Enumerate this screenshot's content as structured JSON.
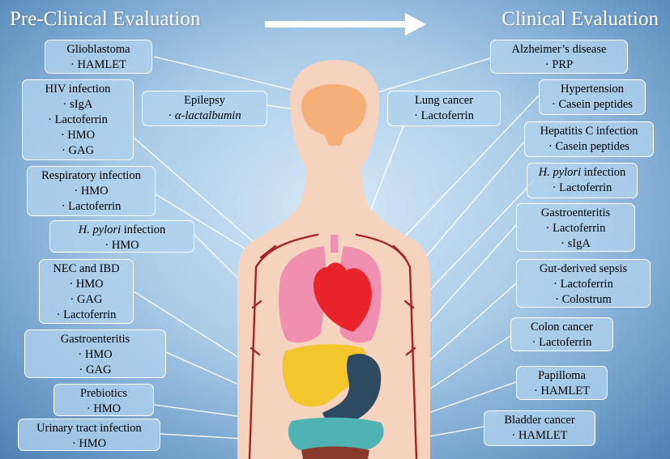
{
  "header": {
    "left_title": "Pre-Clinical Evaluation",
    "right_title": "Clinical Evaluation"
  },
  "colors": {
    "brain": "#f5b07a",
    "lung": "#f08fb0",
    "heart": "#e8242a",
    "liver": "#f2c62c",
    "stomach": "#2e4a60",
    "intestine": "#4fb3b3",
    "vessels": "#a32422",
    "skin": "#f5d3bf"
  },
  "preclinical": [
    {
      "title": "Glioblastoma",
      "items": [
        "HAMLET"
      ]
    },
    {
      "title": "HIV infection",
      "items": [
        "sIgA",
        "Lactoferrin",
        "HMO",
        "GAG"
      ]
    },
    {
      "title": "Epilepsy",
      "items": [
        "α-lactalbumin"
      ]
    },
    {
      "title": "Respiratory infection",
      "items": [
        "HMO",
        "Lactoferrin"
      ]
    },
    {
      "title_italic": "H. pylori",
      "title_rest": " infection",
      "items": [
        "HMO"
      ]
    },
    {
      "title": "NEC and IBD",
      "items": [
        "HMO",
        "GAG",
        "Lactoferrin"
      ]
    },
    {
      "title": "Gastroenteritis",
      "items": [
        "HMO",
        "GAG"
      ]
    },
    {
      "title": "Prebiotics",
      "items": [
        "HMO"
      ]
    },
    {
      "title": "Urinary tract infection",
      "items": [
        "HMO"
      ]
    }
  ],
  "clinical": [
    {
      "title": "Lung cancer",
      "items": [
        "Lactoferrin"
      ]
    },
    {
      "title": "Alzheimer’s disease",
      "items": [
        "PRP"
      ]
    },
    {
      "title": "Hypertension",
      "items": [
        "Casein peptides"
      ]
    },
    {
      "title": "Hepatitis C infection",
      "items": [
        "Casein peptides"
      ]
    },
    {
      "title_italic": "H. pylori",
      "title_rest": " infection",
      "items": [
        "Lactoferrin"
      ]
    },
    {
      "title": "Gastroenteritis",
      "items": [
        "Lactoferrin",
        "sIgA"
      ]
    },
    {
      "title": "Gut-derived sepsis",
      "items": [
        "Lactoferrin",
        "Colostrum"
      ]
    },
    {
      "title": "Colon cancer",
      "items": [
        "Lactoferrin"
      ]
    },
    {
      "title": "Papilloma",
      "items": [
        "HAMLET"
      ]
    },
    {
      "title": "Bladder cancer",
      "items": [
        "HAMLET"
      ]
    }
  ]
}
